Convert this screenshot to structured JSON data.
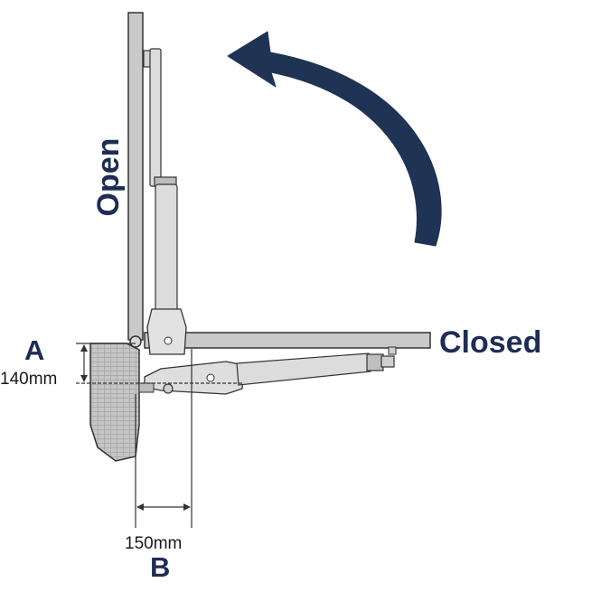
{
  "labels": {
    "open": "Open",
    "closed": "Closed",
    "dimension_a_letter": "A",
    "dimension_a_value": "140mm",
    "dimension_b_letter": "B",
    "dimension_b_value": "150mm"
  },
  "icons": {
    "rotation_arrow": "curved-arrow-icon"
  },
  "colors": {
    "text_navy": "#1e2d55",
    "arrow_navy": "#1f3354",
    "gate_fill": "#c7c7c7",
    "outline": "#333333",
    "wall_fill": "#c4c4c4"
  }
}
